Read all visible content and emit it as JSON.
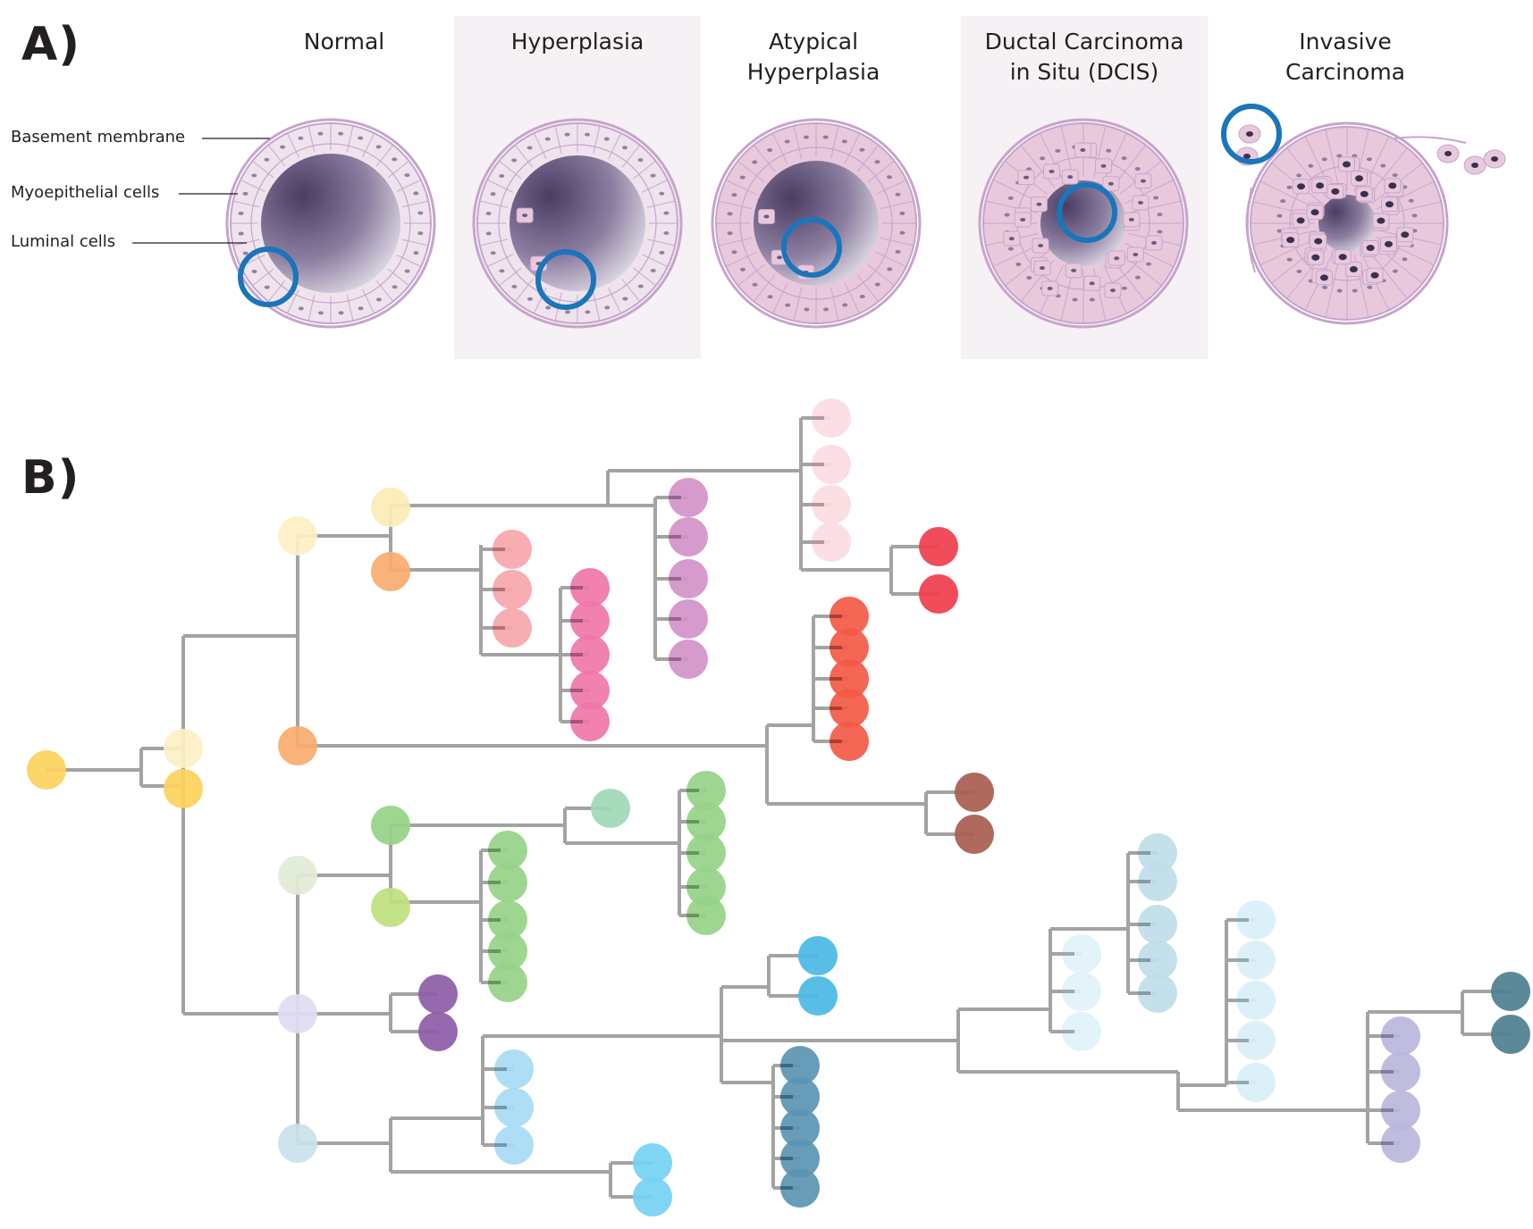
{
  "panel_a": {
    "label": "A)",
    "stages": [
      {
        "id": "normal",
        "title": "Normal",
        "shaded": false
      },
      {
        "id": "hyperplasia",
        "title": "Hyperplasia",
        "shaded": true
      },
      {
        "id": "atypical",
        "title": "Atypical\nHyperplasia",
        "shaded": false
      },
      {
        "id": "dcis",
        "title": "Ductal Carcinoma\nin Situ (DCIS)",
        "shaded": true
      },
      {
        "id": "invasive",
        "title": "Invasive\nCarcinoma",
        "shaded": false
      }
    ],
    "annotations": [
      {
        "id": "basement",
        "text": "Basement membrane"
      },
      {
        "id": "myoepithelial",
        "text": "Myoepithelial cells"
      },
      {
        "id": "luminal",
        "text": "Luminal cells"
      }
    ],
    "colors": {
      "highlight_ring": "#1a75bb",
      "membrane": "#c7a4cc",
      "cell_fill_normal": "#efe4ee",
      "cell_fill_disease": "#e8c9dc",
      "lumen_dark": "#4a3c62",
      "lumen_light": "#ece8ef",
      "shaded_background": "#f6f1f4"
    }
  },
  "panel_b": {
    "label": "B)",
    "line_color": "#a3a3a3",
    "palette": {
      "gold": "#fcd25c",
      "cream": "#fdf0c6",
      "pale_yellow": "#fcedb6",
      "orange": "#f8ab6e",
      "pale_pink": "#fbdcdf",
      "red": "#ef3d4c",
      "rose": "#f7a6ad",
      "pink": "#ef76a9",
      "mauve": "#d393c8",
      "tomato": "#f35a47",
      "brown": "#a85c4f",
      "pale_green": "#e1ecd6",
      "green": "#96d388",
      "lime": "#bfe07e",
      "mint": "#9ed9b6",
      "lavender": "#dedcf0",
      "purple": "#8d5ba7",
      "pale_blue": "#c9e2ec",
      "sky": "#a7dbf4",
      "cyan": "#75d1f4",
      "blue": "#4ab9e5",
      "teal": "#5b95b3",
      "ice": "#d9eff8",
      "powder": "#bfdde9",
      "frost": "#e0f2f8",
      "periwinkle": "#b8b6dc",
      "slate": "#4e7f8e"
    }
  }
}
